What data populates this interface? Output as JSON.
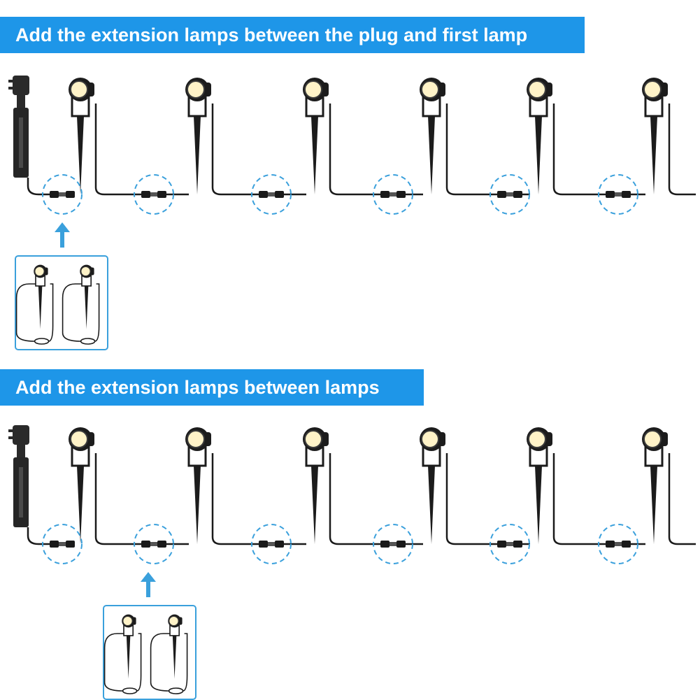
{
  "colors": {
    "banner": "#1e96e8",
    "highlight": "#3aa0dc",
    "cable": "#1a1a1a",
    "lamp_body": "#1c1c1c",
    "lamp_glow": "#fff3c8",
    "inset_border": "#3aa0dc"
  },
  "icons": {
    "plug": "uk-plug-adapter-icon",
    "lamp": "spike-spotlight-icon",
    "connector": "cable-connector-icon",
    "arrow": "up-arrow-icon"
  },
  "sections": [
    {
      "title": "Add the extension lamps between the plug and first lamp",
      "lamp_count": 6,
      "connector_count": 6,
      "inserted_after_position": 0,
      "extension_lamps_shown": 2
    },
    {
      "title": "Add the extension lamps between lamps",
      "lamp_count": 6,
      "connector_count": 6,
      "inserted_after_position": 1,
      "extension_lamps_shown": 2
    }
  ]
}
